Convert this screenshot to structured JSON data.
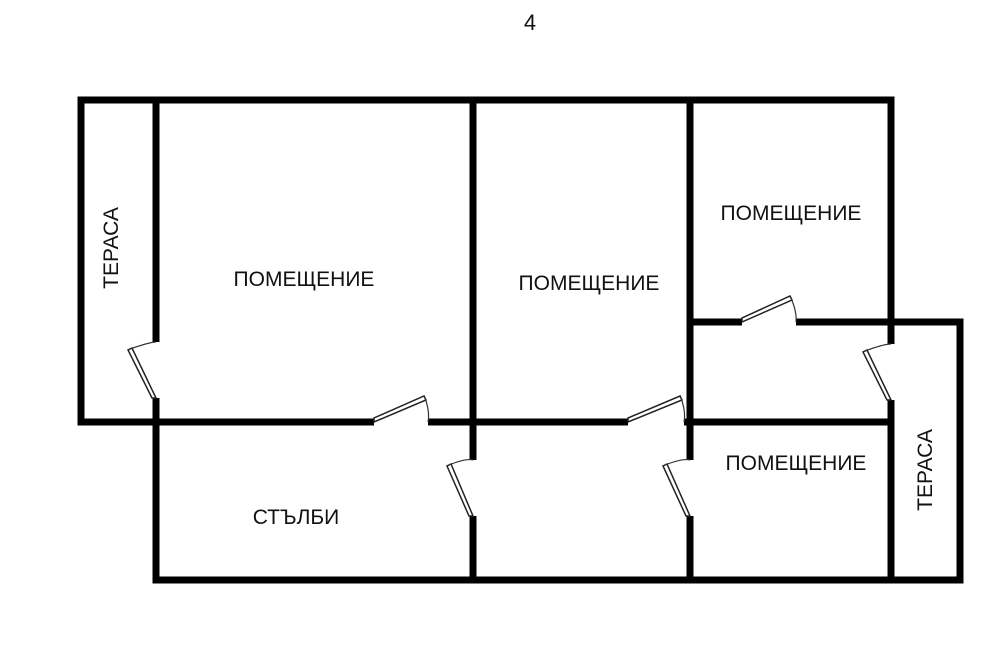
{
  "floor_label": "4",
  "rooms": {
    "terrace_left": "ТЕРАСА",
    "room_large": "ПОМЕЩЕНИЕ",
    "room_middle": "ПОМЕЩЕНИЕ",
    "room_top_right": "ПОМЕЩЕНИЕ",
    "room_bottom_right": "ПОМЕЩЕНИЕ",
    "terrace_right": "ТЕРАСА",
    "stairs": "СТЪЛБИ"
  },
  "colors": {
    "wall": "#000000",
    "background": "#ffffff",
    "text": "#111111"
  }
}
